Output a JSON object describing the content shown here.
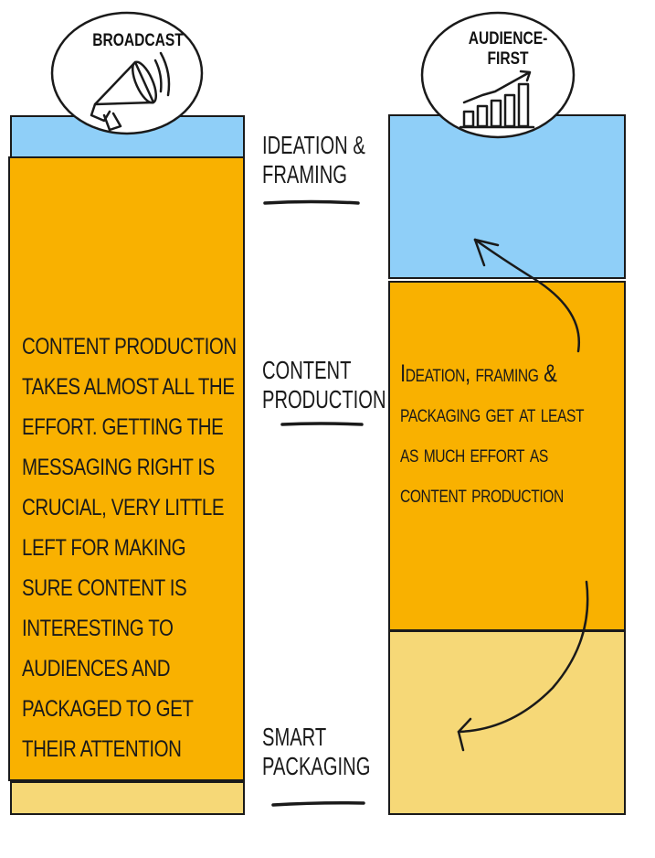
{
  "colors": {
    "blue": "#8fcff8",
    "orange": "#f9b100",
    "yellow": "#f6d877",
    "ink": "#1a1a1a"
  },
  "left_column": {
    "badge": "BROADCAST",
    "badge_icon": "megaphone-icon",
    "text": "Content production takes almost all the effort. Getting the messaging right is crucial, very little left for making sure content is interesting to audiences and packaged to get their attention"
  },
  "right_column": {
    "badge_line1": "AUDIENCE-",
    "badge_line2": "FIRST",
    "badge_icon": "growth-chart-icon",
    "text": "Ideation, framing & packaging get at least as much effort as content production"
  },
  "stages": {
    "ideation_line1": "Ideation &",
    "ideation_line2": "Framing",
    "content_line1": "Content",
    "content_line2": "Production",
    "packaging_line1": "Smart",
    "packaging_line2": "Packaging"
  }
}
